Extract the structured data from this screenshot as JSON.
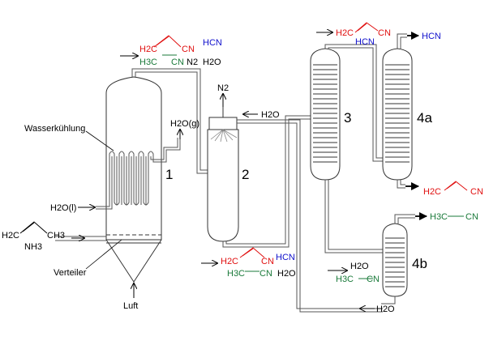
{
  "diagram": {
    "units": {
      "u1": "1",
      "u2": "2",
      "u3": "3",
      "u4a": "4a",
      "u4b": "4b"
    },
    "labels": {
      "wasserkuehlung": "Wasserkühlung",
      "verteiler": "Verteiler",
      "luft": "Luft",
      "h2o_liquid": "H2O(l)",
      "h2o_gas": "H2O(g)",
      "n2_top": "N2",
      "h2o_col2": "H2O",
      "h2o_4b_bottom": "H2O",
      "feed_propene_h2c": "H2C",
      "feed_propene_ch3": "CH3",
      "feed_nh3": "NH3"
    },
    "streams": {
      "reactor_out": {
        "h2c": "H2C",
        "cn": "CN",
        "hcn": "HCN",
        "h3c": "H3C",
        "cn2": "CN",
        "n2": "N2",
        "h2o": "H2O"
      },
      "col2_bottom": {
        "h2c": "H2C",
        "cn": "CN",
        "hcn": "HCN",
        "h3c": "H3C",
        "cn2": "CN",
        "h2o": "H2O"
      },
      "col3_top": {
        "h2c": "H2C",
        "cn": "CN",
        "hcn": "HCN"
      },
      "col4a_top": {
        "hcn": "HCN"
      },
      "col4a_bottom": {
        "h2c": "H2C",
        "cn": "CN"
      },
      "col4b_top": {
        "h3c": "H3C",
        "cn": "CN"
      },
      "col4b_feed": {
        "h2o": "H2O",
        "h3c": "H3C",
        "cn": "CN"
      }
    },
    "colors": {
      "acrylonitrile": "#e01010",
      "acetonitrile": "#1a7a3a",
      "hcn": "#1010cc"
    }
  }
}
